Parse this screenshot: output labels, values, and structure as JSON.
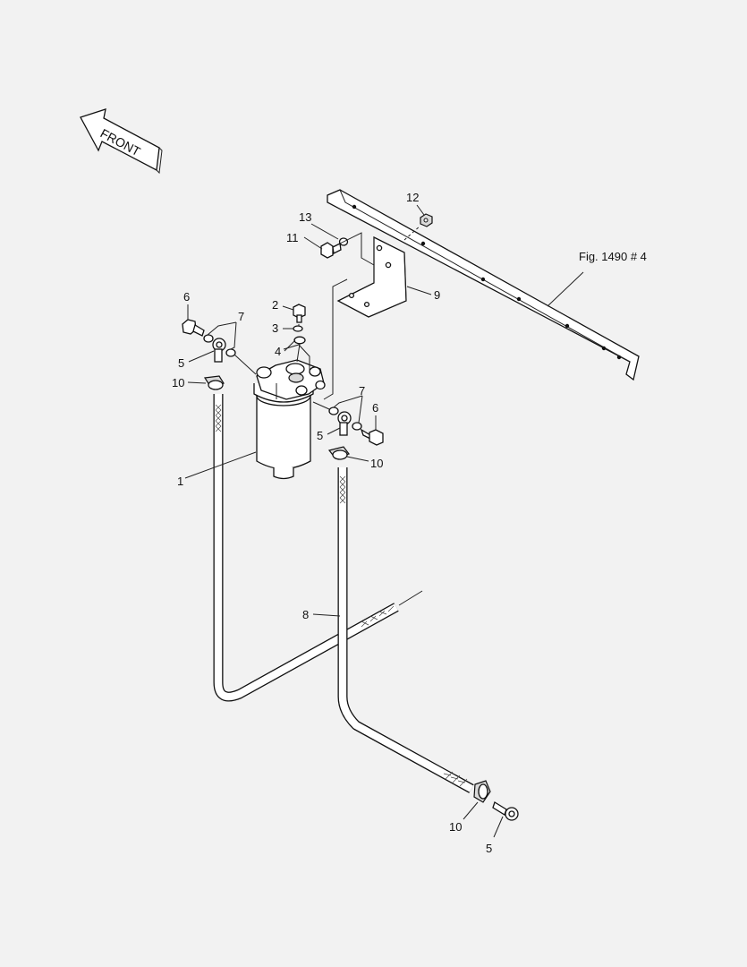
{
  "diagram": {
    "front_label": "FRONT",
    "figure_ref": "Fig. 1490  # 4",
    "callouts": [
      {
        "id": "c1",
        "text": "1"
      },
      {
        "id": "c2",
        "text": "2"
      },
      {
        "id": "c3",
        "text": "3"
      },
      {
        "id": "c4",
        "text": "4"
      },
      {
        "id": "c5a",
        "text": "5"
      },
      {
        "id": "c5b",
        "text": "5"
      },
      {
        "id": "c5c",
        "text": "5"
      },
      {
        "id": "c6a",
        "text": "6"
      },
      {
        "id": "c6b",
        "text": "6"
      },
      {
        "id": "c7a",
        "text": "7"
      },
      {
        "id": "c7b",
        "text": "7"
      },
      {
        "id": "c8",
        "text": "8"
      },
      {
        "id": "c9",
        "text": "9"
      },
      {
        "id": "c10a",
        "text": "10"
      },
      {
        "id": "c10b",
        "text": "10"
      },
      {
        "id": "c10c",
        "text": "10"
      },
      {
        "id": "c11",
        "text": "11"
      },
      {
        "id": "c12",
        "text": "12"
      },
      {
        "id": "c13",
        "text": "13"
      }
    ]
  }
}
